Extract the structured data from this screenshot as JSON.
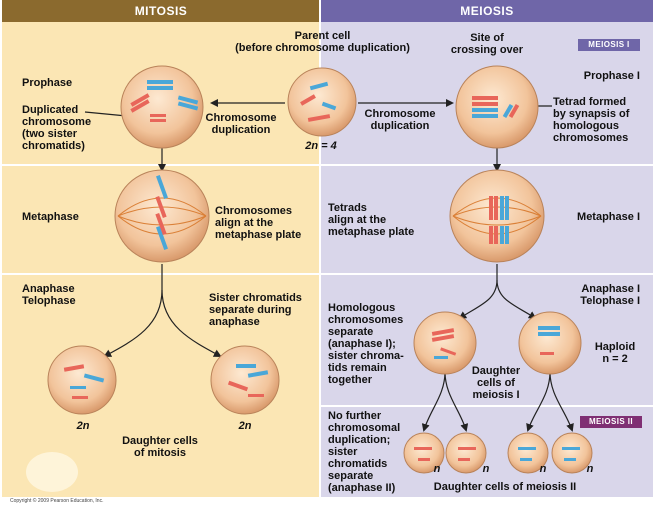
{
  "header": {
    "mitosis": "MITOSIS",
    "meiosis": "MEIOSIS"
  },
  "badges": {
    "meiosis_one": "MEIOSIS I",
    "meiosis_two": "MEIOSIS II"
  },
  "colors": {
    "mitosis_bg": "#fbe6b4",
    "meiosis_bg": "#d9d6ea",
    "mitosis_header": "#8b6a2e",
    "meiosis_header": "#6f66a8",
    "badge_one": "#6f66a8",
    "badge_two": "#7f2f73",
    "maternal": "#e8665a",
    "paternal": "#4aa7d8"
  },
  "center": {
    "parent_cell": "Parent cell\n(before chromosome duplication)",
    "ploidy": "2n = 4"
  },
  "mitosis": {
    "prophase": "Prophase",
    "duplicated_chromosome": "Duplicated\nchromosome\n(two sister\nchromatids)",
    "chromosome_duplication": "Chromosome\nduplication",
    "metaphase": "Metaphase",
    "align_note": "Chromosomes\nalign at the\nmetaphase plate",
    "anaphase_telophase": "Anaphase\nTelophase",
    "sister_note": "Sister chromatids\nseparate during\nanaphase",
    "daughter_ploidy_left": "2n",
    "daughter_ploidy_right": "2n",
    "daughter_label": "Daughter cells\nof mitosis"
  },
  "meiosis": {
    "crossing_over": "Site of\ncrossing over",
    "chromosome_duplication": "Chromosome\nduplication",
    "prophase_one": "Prophase I",
    "tetrad_note": "Tetrad formed\nby synapsis of\nhomologous\nchromosomes",
    "tetrads_note": "Tetrads\nalign at the\nmetaphase plate",
    "metaphase_one": "Metaphase I",
    "anaphase_telophase_one": "Anaphase I\nTelophase I",
    "homologous_note": "Homologous\nchromosomes\nseparate\n(anaphase I);\nsister chroma-\ntids remain\ntogether",
    "daughter_one_label": "Daughter\ncells of\nmeiosis I",
    "haploid": "Haploid\nn = 2",
    "no_further_note": "No further\nchromosomal\nduplication;\nsister\nchromatids\nseparate\n(anaphase II)",
    "ploidy_n": [
      "n",
      "n",
      "n",
      "n"
    ],
    "daughter_two_label": "Daughter cells of meiosis II"
  },
  "copyright": "Copyright © 2009 Pearson Education, Inc."
}
